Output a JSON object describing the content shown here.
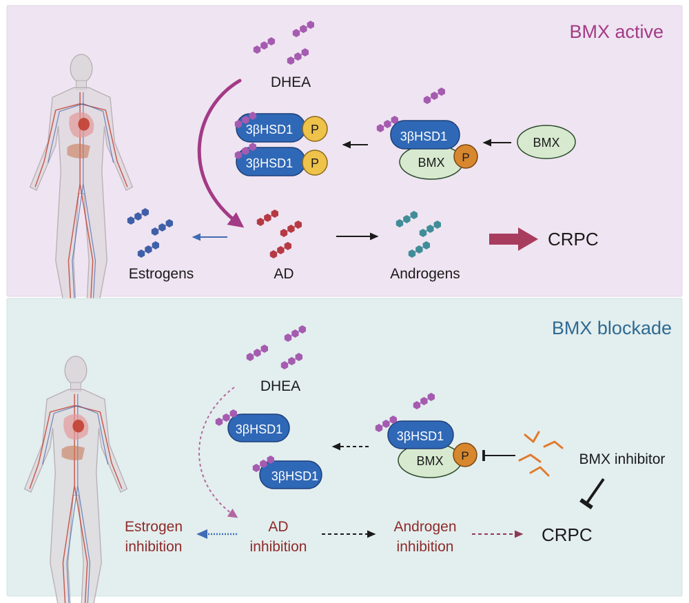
{
  "colors": {
    "active_bg": "#efe4f1",
    "blockade_bg": "#e3eeee",
    "active_title": "#a33a86",
    "blockade_title": "#2e6a92",
    "dhea": "#a55bb0",
    "estrogen": "#3f5fa8",
    "ad": "#b53a44",
    "androgen": "#3f8d98",
    "enzyme_blue": "#2f68b6",
    "bmx_green": "#d7e9cf",
    "phospho": "#efc24a",
    "inhibitor": "#e07a2c",
    "inhibition_text": "#8e2a2a",
    "crpc_arrow": "#a83c5e"
  },
  "active": {
    "title": "BMX active",
    "dhea": "DHEA",
    "enzyme": "3βHSD1",
    "phospho": "P",
    "bmx": "BMX",
    "bmx_free": "BMX",
    "estrogens": "Estrogens",
    "ad": "AD",
    "androgens": "Androgens",
    "crpc": "CRPC"
  },
  "blockade": {
    "title": "BMX blockade",
    "dhea": "DHEA",
    "enzyme": "3βHSD1",
    "phospho": "P",
    "bmx": "BMX",
    "inhibitor": "BMX inhibitor",
    "estrogen_line1": "Estrogen",
    "estrogen_line2": "inhibition",
    "ad_line1": "AD",
    "ad_line2": "inhibition",
    "androgen_line1": "Androgen",
    "androgen_line2": "inhibition",
    "crpc": "CRPC"
  }
}
